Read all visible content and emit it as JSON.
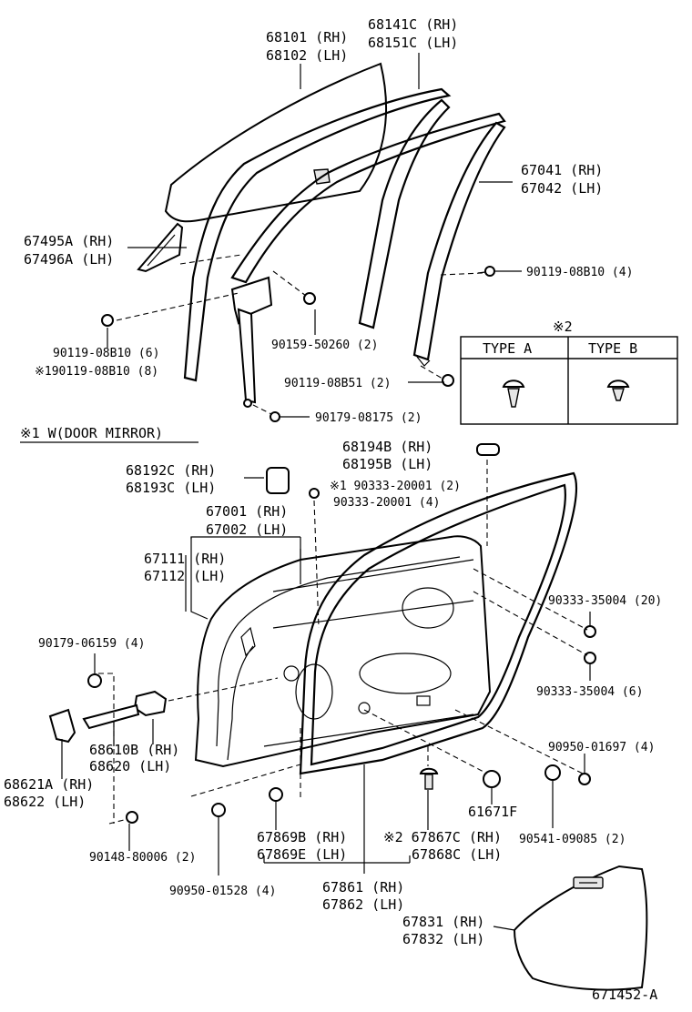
{
  "labels": {
    "p68101": "68101 (RH)",
    "p68102": "68102 (LH)",
    "p68141c": "68141C (RH)",
    "p68151c": "68151C (LH)",
    "p67041": "67041 (RH)",
    "p67042": "67042 (LH)",
    "p67495a": "67495A (RH)",
    "p67496a": "67496A (LH)",
    "p90119_08b10_4": "90119-08B10 (4)",
    "p90119_08b10_6": "90119-08B10 (6)",
    "p90119_08b10_8": "※190119-08B10 (8)",
    "p90159_50260": "90159-50260 (2)",
    "p90119_08b51": "90119-08B51 (2)",
    "p90179_08175": "90179-08175 (2)",
    "mirror_note": "※1 W(DOOR MIRROR)",
    "p68194b": "68194B (RH)",
    "p68195b": "68195B (LH)",
    "p68192c": "68192C (RH)",
    "p68193c": "68193C (LH)",
    "p90333_20001_2": "※1 90333-20001 (2)",
    "p90333_20001_4": "90333-20001 (4)",
    "p67001": "67001 (RH)",
    "p67002": "67002 (LH)",
    "p67111": "67111 (RH)",
    "p67112": "67112 (LH)",
    "p90333_35004_20": "90333-35004 (20)",
    "p90179_06159": "90179-06159 (4)",
    "p90333_35004_6": "90333-35004 (6)",
    "p68610b": "68610B (RH)",
    "p68620": "68620    (LH)",
    "p90950_01697": "90950-01697 (4)",
    "p68621a": "68621A (RH)",
    "p68622": "68622 (LH)",
    "p61671f": "61671F",
    "p67869b": "67869B (RH)",
    "p67869e": "67869E (LH)",
    "p67867c": "※2 67867C (RH)",
    "p67868c": "67868C (LH)",
    "p90541_09085": "90541-09085 (2)",
    "p90148_80006": "90148-80006 (2)",
    "p90950_01528": "90950-01528 (4)",
    "p67861": "67861 (RH)",
    "p67862": "67862 (LH)",
    "p67831": "67831 (RH)",
    "p67832": "67832 (LH)",
    "figure_code": "671452-A"
  },
  "type_table": {
    "note": "※2",
    "type_a": "TYPE  A",
    "type_b": "TYPE  B"
  }
}
